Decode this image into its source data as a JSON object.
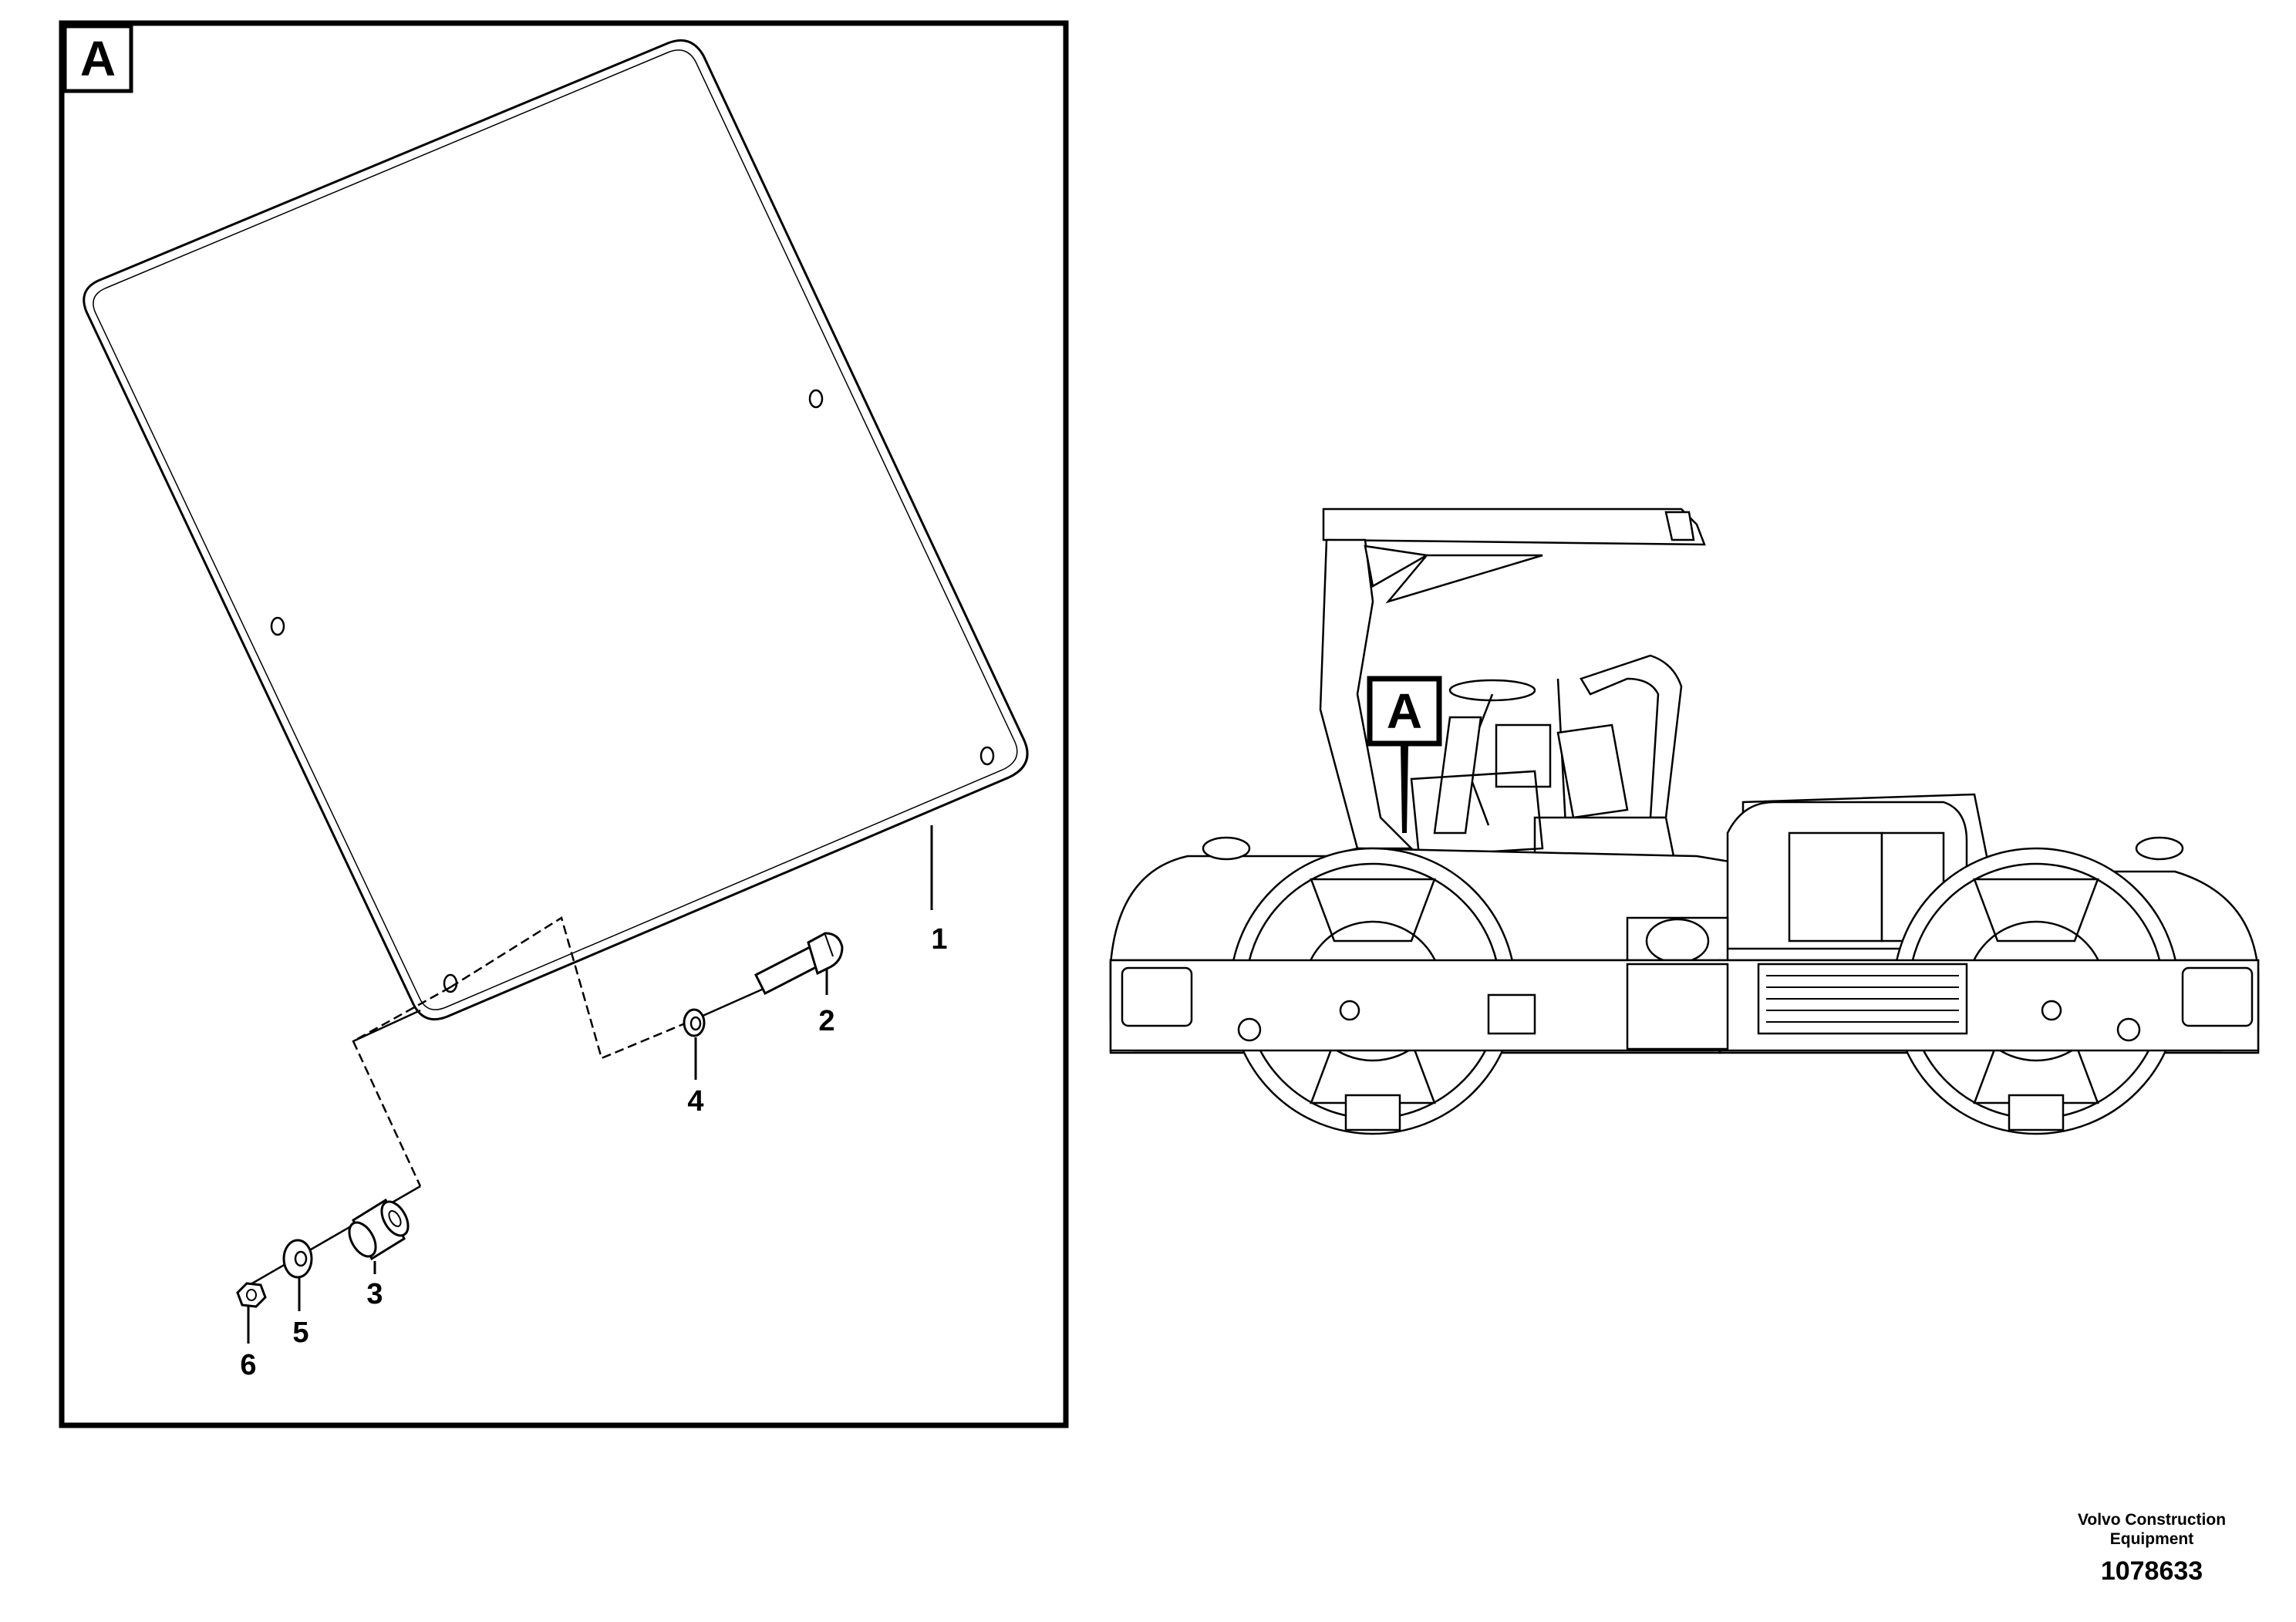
{
  "detail_view": {
    "label": "A",
    "callouts": [
      {
        "id": "1",
        "name": "callout-1"
      },
      {
        "id": "2",
        "name": "callout-2"
      },
      {
        "id": "3",
        "name": "callout-3"
      },
      {
        "id": "4",
        "name": "callout-4"
      },
      {
        "id": "5",
        "name": "callout-5"
      },
      {
        "id": "6",
        "name": "callout-6"
      }
    ]
  },
  "machine_view": {
    "label": "A"
  },
  "footer": {
    "brand_line1": "Volvo Construction",
    "brand_line2": "Equipment",
    "document_number": "1078633"
  }
}
